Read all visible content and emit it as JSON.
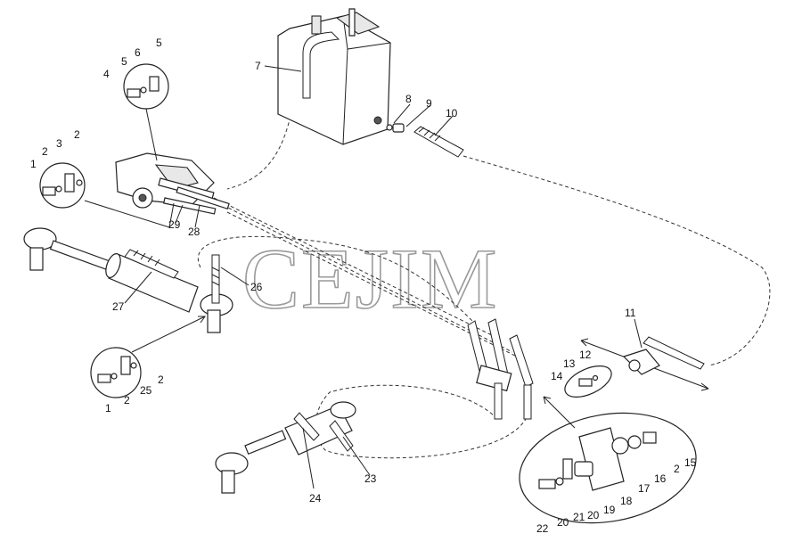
{
  "watermark": "CEJIM",
  "callouts": {
    "c1a": "1",
    "c2a": "2",
    "c3a": "3",
    "c2b": "2",
    "c4": "4",
    "c5a": "5",
    "c6": "6",
    "c5b": "5",
    "c7": "7",
    "c8": "8",
    "c9": "9",
    "c10": "10",
    "c11": "11",
    "c12": "12",
    "c13": "13",
    "c14": "14",
    "c15": "15",
    "c2c": "2",
    "c16": "16",
    "c17": "17",
    "c18": "18",
    "c19": "19",
    "c20a": "20",
    "c21": "21",
    "c20b": "20",
    "c22": "22",
    "c23": "23",
    "c24": "24",
    "c25": "25",
    "c2d": "2",
    "c1b": "1",
    "c2e": "2",
    "c26": "26",
    "c27": "27",
    "c28": "28",
    "c29": "29"
  }
}
